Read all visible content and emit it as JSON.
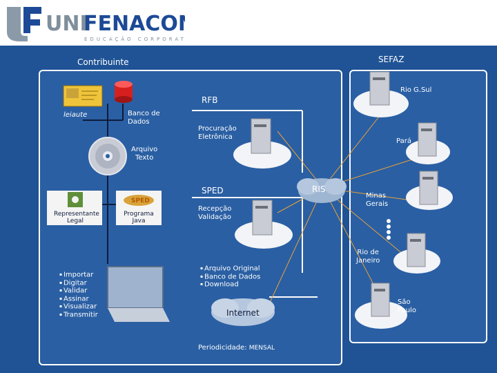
{
  "logo": {
    "brand_uni": "UNI",
    "brand_fenacon": "FENACON",
    "tagline": "EDUCAÇÃO CORPORATIVA"
  },
  "labels": {
    "contribuinte": "Contribuinte",
    "sefaz": "SEFAZ",
    "rfb": "RFB",
    "leiaute": "leiaute",
    "banco_de_dados": "Banco de\nDados",
    "procuracao": "Procuração\nEletrônica",
    "arquivo_texto": "Arquivo\nTexto",
    "sped": "SPED",
    "recepcao": "Recepção\nValidação",
    "representante": "Representante\nLegal",
    "programa": "Programa\nJava",
    "sped_badge": "SPED",
    "ris": "RIS",
    "internet": "Internet",
    "periodicidade_label": "Periodicidade:",
    "periodicidade_value": "MENSAL"
  },
  "states": {
    "rio_g_sul": "Rio G.Sul",
    "para": "Pará",
    "minas": "Minas\nGerais",
    "rio": "Rio de\nJaneiro",
    "sao_paulo": "São\nPaulo"
  },
  "tasks": [
    "Importar",
    "Digitar",
    "Validar",
    "Assinar",
    "Visualizar",
    "Transmitir"
  ],
  "download_options": [
    "Arquivo Original",
    "Banco de Dados",
    "Download"
  ],
  "colors": {
    "background": "#1f5395",
    "panel": "#2a5fa3",
    "border": "#ffffff",
    "connector": "#e8a23a",
    "cloud": "#9fb6d3",
    "db_red": "#d62020"
  }
}
